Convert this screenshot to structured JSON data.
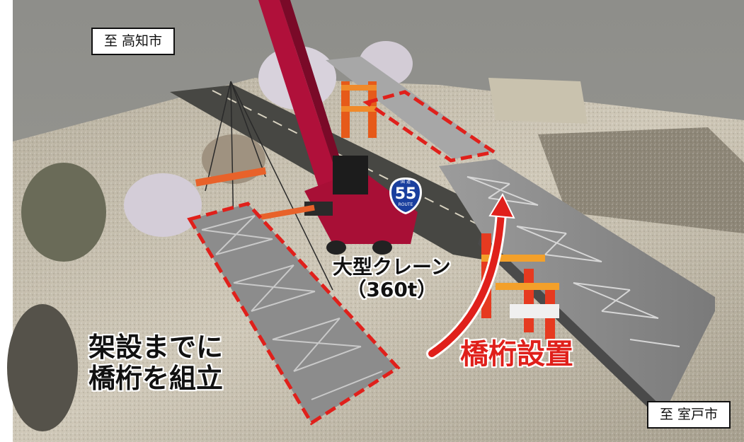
{
  "labels": {
    "dest_top": "至 高知市",
    "dest_bottom": "至 室戸市",
    "crane_line1": "大型クレーン",
    "crane_line2": "（360t）",
    "assemble_line1": "架設までに",
    "assemble_line2": "橋桁を組立",
    "install": "橋桁設置"
  },
  "route_sign": {
    "number": "55",
    "top_text": "国 道",
    "sub_text": "ROUTE"
  },
  "colors": {
    "highlight_red": "#e0201b",
    "crane_red": "#b0103a",
    "route_blue": "#1a3f9e",
    "girder_gray": "#8a8a8a"
  }
}
